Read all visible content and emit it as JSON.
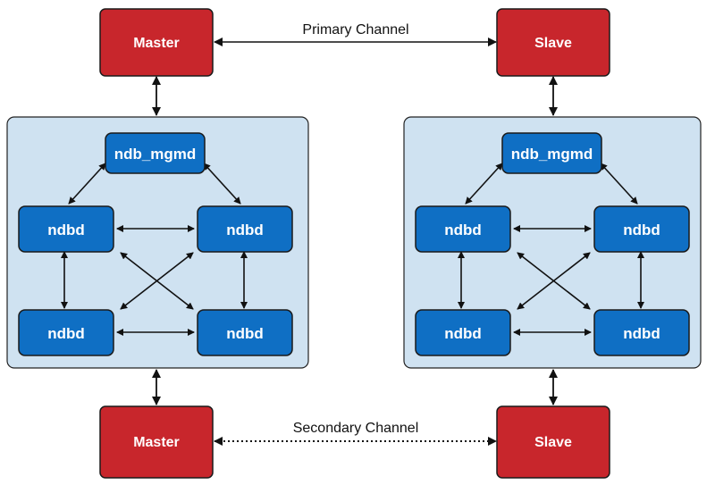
{
  "top": {
    "left_label": "Master",
    "right_label": "Slave",
    "channel_label": "Primary Channel"
  },
  "bottom": {
    "left_label": "Master",
    "right_label": "Slave",
    "channel_label": "Secondary Channel"
  },
  "clusters": [
    {
      "mgmd_label": "ndb_mgmd",
      "data_node_labels": [
        "ndbd",
        "ndbd",
        "ndbd",
        "ndbd"
      ]
    },
    {
      "mgmd_label": "ndb_mgmd",
      "data_node_labels": [
        "ndbd",
        "ndbd",
        "ndbd",
        "ndbd"
      ]
    }
  ],
  "colors": {
    "master_fill": "#c8262c",
    "node_fill": "#0f6fc4",
    "cluster_fill": "#cfe2f1"
  }
}
